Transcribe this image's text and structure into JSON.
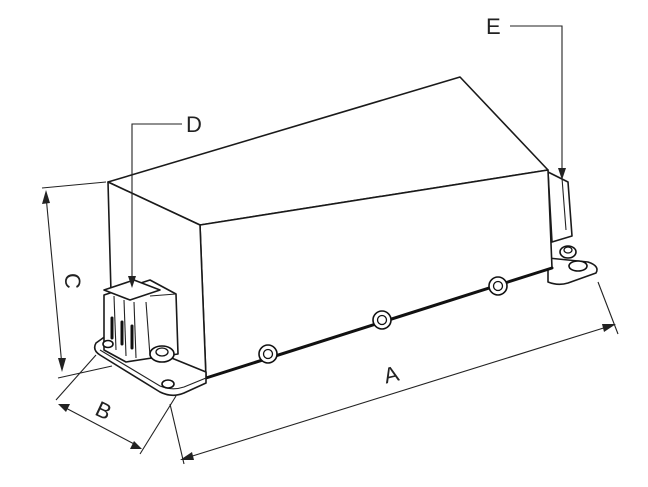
{
  "labels": {
    "A": "A",
    "B": "B",
    "C": "C",
    "D": "D",
    "E": "E"
  },
  "colors": {
    "line": "#1a1a1a",
    "background": "#ffffff"
  }
}
